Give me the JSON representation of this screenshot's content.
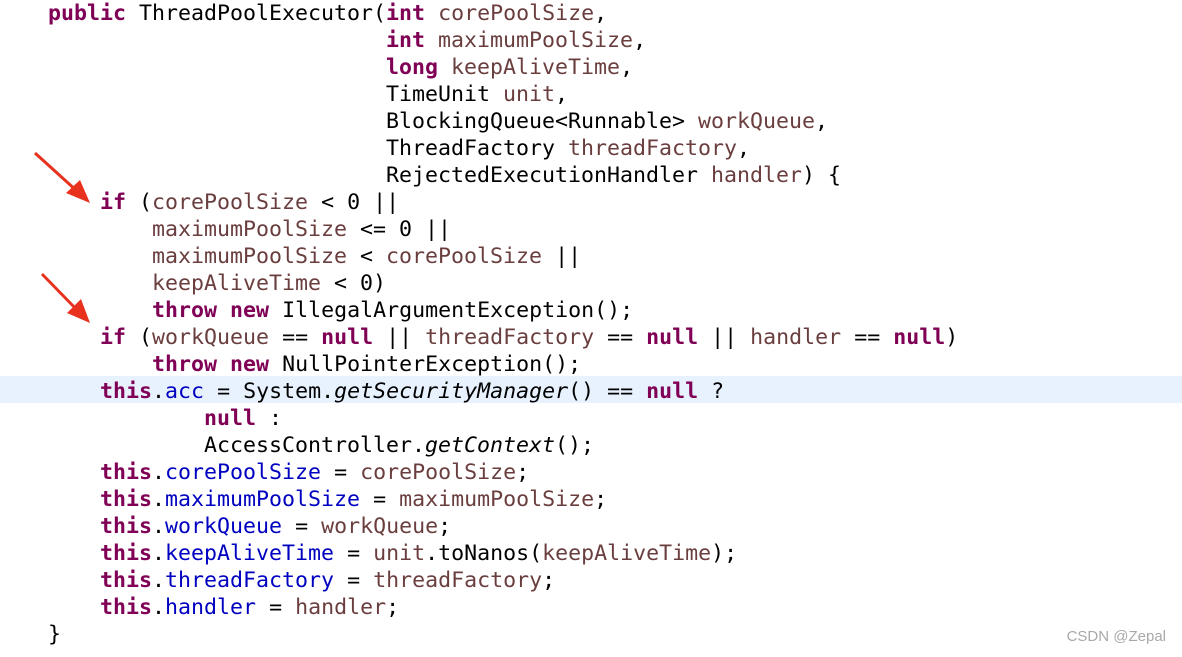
{
  "editor": {
    "highlighted_line": 15,
    "lines": [
      [
        [
          "public",
          "k"
        ],
        [
          " ThreadPoolExecutor(",
          ""
        ],
        [
          "int",
          "k"
        ],
        [
          " ",
          ""
        ],
        [
          "corePoolSize",
          "p"
        ],
        [
          ",",
          ""
        ]
      ],
      [
        [
          "                          ",
          ""
        ],
        [
          "int",
          "k"
        ],
        [
          " ",
          ""
        ],
        [
          "maximumPoolSize",
          "p"
        ],
        [
          ",",
          ""
        ]
      ],
      [
        [
          "                          ",
          ""
        ],
        [
          "long",
          "k"
        ],
        [
          " ",
          ""
        ],
        [
          "keepAliveTime",
          "p"
        ],
        [
          ",",
          ""
        ]
      ],
      [
        [
          "                          TimeUnit ",
          ""
        ],
        [
          "unit",
          "p"
        ],
        [
          ",",
          ""
        ]
      ],
      [
        [
          "                          BlockingQueue<Runnable> ",
          ""
        ],
        [
          "workQueue",
          "p"
        ],
        [
          ",",
          ""
        ]
      ],
      [
        [
          "                          ThreadFactory ",
          ""
        ],
        [
          "threadFactory",
          "p"
        ],
        [
          ",",
          ""
        ]
      ],
      [
        [
          "                          RejectedExecutionHandler ",
          ""
        ],
        [
          "handler",
          "p"
        ],
        [
          ") {",
          ""
        ]
      ],
      [
        [
          "    ",
          ""
        ],
        [
          "if",
          "k"
        ],
        [
          " (",
          ""
        ],
        [
          "corePoolSize",
          "p"
        ],
        [
          " < 0 ||",
          ""
        ]
      ],
      [
        [
          "        ",
          ""
        ],
        [
          "maximumPoolSize",
          "p"
        ],
        [
          " <= 0 ||",
          ""
        ]
      ],
      [
        [
          "        ",
          ""
        ],
        [
          "maximumPoolSize",
          "p"
        ],
        [
          " < ",
          ""
        ],
        [
          "corePoolSize",
          "p"
        ],
        [
          " ||",
          ""
        ]
      ],
      [
        [
          "        ",
          ""
        ],
        [
          "keepAliveTime",
          "p"
        ],
        [
          " < 0)",
          ""
        ]
      ],
      [
        [
          "        ",
          ""
        ],
        [
          "throw",
          "k"
        ],
        [
          " ",
          ""
        ],
        [
          "new",
          "k"
        ],
        [
          " IllegalArgumentException();",
          ""
        ]
      ],
      [
        [
          "    ",
          ""
        ],
        [
          "if",
          "k"
        ],
        [
          " (",
          ""
        ],
        [
          "workQueue",
          "p"
        ],
        [
          " == ",
          ""
        ],
        [
          "null",
          "k"
        ],
        [
          " || ",
          ""
        ],
        [
          "threadFactory",
          "p"
        ],
        [
          " == ",
          ""
        ],
        [
          "null",
          "k"
        ],
        [
          " || ",
          ""
        ],
        [
          "handler",
          "p"
        ],
        [
          " == ",
          ""
        ],
        [
          "null",
          "k"
        ],
        [
          ")",
          ""
        ]
      ],
      [
        [
          "        ",
          ""
        ],
        [
          "throw",
          "k"
        ],
        [
          " ",
          ""
        ],
        [
          "new",
          "k"
        ],
        [
          " NullPointerException();",
          ""
        ]
      ],
      [
        [
          "    ",
          ""
        ],
        [
          "this",
          "k"
        ],
        [
          ".",
          ""
        ],
        [
          "acc",
          "f"
        ],
        [
          " = System.",
          ""
        ],
        [
          "getSecurityManager",
          "i"
        ],
        [
          "() == ",
          ""
        ],
        [
          "null",
          "k"
        ],
        [
          " ?",
          ""
        ]
      ],
      [
        [
          "            ",
          ""
        ],
        [
          "null",
          "k"
        ],
        [
          " :",
          ""
        ]
      ],
      [
        [
          "            AccessController.",
          ""
        ],
        [
          "getContext",
          "i"
        ],
        [
          "();",
          ""
        ]
      ],
      [
        [
          "    ",
          ""
        ],
        [
          "this",
          "k"
        ],
        [
          ".",
          ""
        ],
        [
          "corePoolSize",
          "f"
        ],
        [
          " = ",
          ""
        ],
        [
          "corePoolSize",
          "p"
        ],
        [
          ";",
          ""
        ]
      ],
      [
        [
          "    ",
          ""
        ],
        [
          "this",
          "k"
        ],
        [
          ".",
          ""
        ],
        [
          "maximumPoolSize",
          "f"
        ],
        [
          " = ",
          ""
        ],
        [
          "maximumPoolSize",
          "p"
        ],
        [
          ";",
          ""
        ]
      ],
      [
        [
          "    ",
          ""
        ],
        [
          "this",
          "k"
        ],
        [
          ".",
          ""
        ],
        [
          "workQueue",
          "f"
        ],
        [
          " = ",
          ""
        ],
        [
          "workQueue",
          "p"
        ],
        [
          ";",
          ""
        ]
      ],
      [
        [
          "    ",
          ""
        ],
        [
          "this",
          "k"
        ],
        [
          ".",
          ""
        ],
        [
          "keepAliveTime",
          "f"
        ],
        [
          " = ",
          ""
        ],
        [
          "unit",
          "p"
        ],
        [
          ".toNanos(",
          ""
        ],
        [
          "keepAliveTime",
          "p"
        ],
        [
          ");",
          ""
        ]
      ],
      [
        [
          "    ",
          ""
        ],
        [
          "this",
          "k"
        ],
        [
          ".",
          ""
        ],
        [
          "threadFactory",
          "f"
        ],
        [
          " = ",
          ""
        ],
        [
          "threadFactory",
          "p"
        ],
        [
          ";",
          ""
        ]
      ],
      [
        [
          "    ",
          ""
        ],
        [
          "this",
          "k"
        ],
        [
          ".",
          ""
        ],
        [
          "handler",
          "f"
        ],
        [
          " = ",
          ""
        ],
        [
          "handler",
          "p"
        ],
        [
          ";",
          ""
        ]
      ],
      [
        [
          "}",
          ""
        ]
      ]
    ]
  },
  "watermark": "CSDN @Zepal",
  "colors": {
    "keyword": "#7f0055",
    "field": "#0000c0",
    "parameter": "#6a3e3e",
    "highlight": "#e8f2fe",
    "arrow": "#e8321e"
  }
}
